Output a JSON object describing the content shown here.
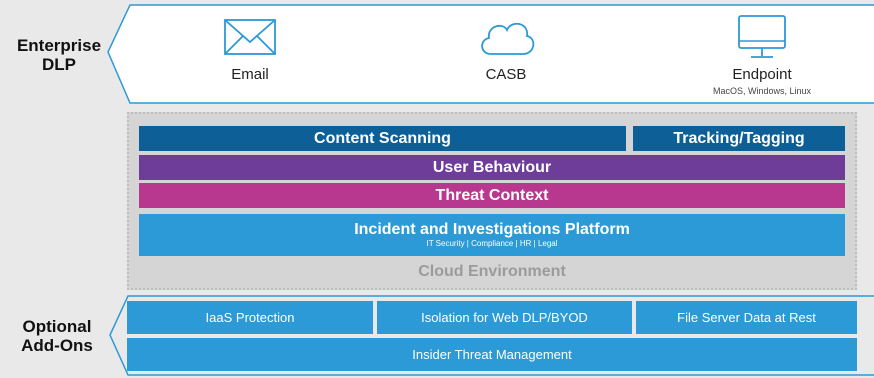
{
  "enterprise": {
    "label": "Enterprise DLP",
    "channels": [
      {
        "label": "Email",
        "icon": "envelope-icon"
      },
      {
        "label": "CASB",
        "icon": "cloud-icon"
      },
      {
        "label": "Endpoint",
        "sublabel": "MacOS, Windows, Linux",
        "icon": "monitor-icon"
      }
    ]
  },
  "platform": {
    "content_scanning": "Content Scanning",
    "tracking_tagging": "Tracking/Tagging",
    "user_behaviour": "User Behaviour",
    "threat_context": "Threat Context",
    "incident": "Incident and Investigations Platform",
    "incident_sub": "IT Security | Compliance | HR | Legal",
    "cloud": "Cloud Environment"
  },
  "addons": {
    "label": "Optional Add-Ons",
    "items": [
      "IaaS Protection",
      "Isolation for Web DLP/BYOD",
      "File Server Data at Rest"
    ],
    "insider": "Insider Threat Management"
  },
  "colors": {
    "content_bar": "#0d5f98",
    "user_bar": "#6d3d99",
    "threat_bar": "#b8388f",
    "incident_bar": "#2b9ad7",
    "addon_bar": "#2b9ad7",
    "cloud_text": "#9b9b9b"
  }
}
